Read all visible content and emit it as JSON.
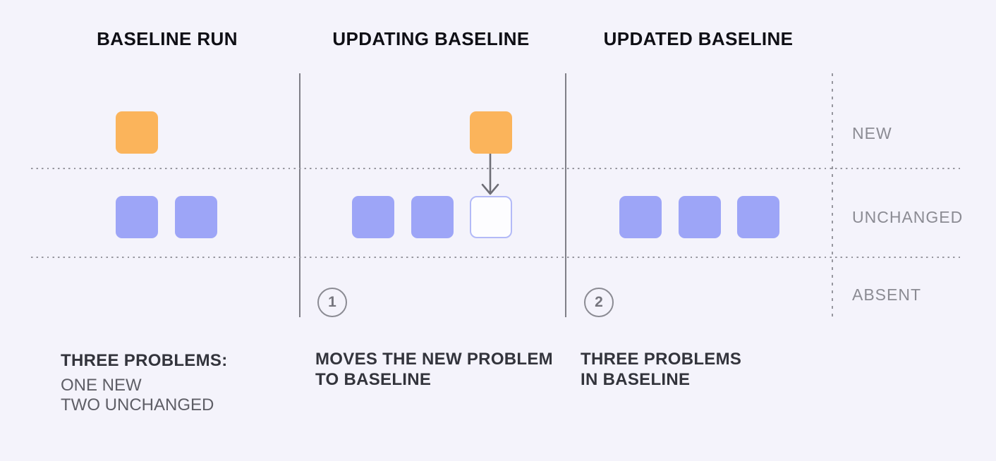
{
  "colors": {
    "background": "#F4F3FB",
    "orange": "#FBB45B",
    "purple": "#9DA5F7",
    "ghost_border": "#B3BAF7",
    "ghost_fill": "#FDFDFF",
    "line_gray": "#7F7F87",
    "dotted_gray": "#97979F",
    "dark_text": "#0F0F15",
    "caption_dark": "#33343C",
    "caption_gray": "#5E5E66",
    "row_label_gray": "#8B8B93",
    "step_number_gray": "#75757D",
    "arrow_gray": "#6E6E76"
  },
  "columns": [
    {
      "id": "baseline-run",
      "title": "BASELINE RUN",
      "caption_title": "THREE PROBLEMS:",
      "caption_sub": "ONE NEW\nTWO UNCHANGED"
    },
    {
      "id": "updating-baseline",
      "title": "UPDATING BASELINE",
      "step_number": "1",
      "caption_title": "MOVES THE NEW PROBLEM\nTO BASELINE"
    },
    {
      "id": "updated-baseline",
      "title": "UPDATED BASELINE",
      "step_number": "2",
      "caption_title": "THREE PROBLEMS\nIN BASELINE"
    }
  ],
  "row_labels": [
    "NEW",
    "UNCHANGED",
    "ABSENT"
  ],
  "blocks": {
    "baseline_run": {
      "new": [
        {
          "type": "problem-new",
          "cell": 0
        }
      ],
      "unchanged": [
        {
          "type": "problem-unchanged",
          "cell": 0
        },
        {
          "type": "problem-unchanged",
          "cell": 1
        }
      ]
    },
    "updating_baseline": {
      "new": [
        {
          "type": "problem-new",
          "cell": 2
        }
      ],
      "unchanged": [
        {
          "type": "problem-unchanged",
          "cell": 0
        },
        {
          "type": "problem-unchanged",
          "cell": 1
        },
        {
          "type": "empty-slot",
          "cell": 2
        }
      ]
    },
    "updated_baseline": {
      "new": [],
      "unchanged": [
        {
          "type": "problem-unchanged",
          "cell": 0
        },
        {
          "type": "problem-unchanged",
          "cell": 1
        },
        {
          "type": "problem-unchanged",
          "cell": 2
        }
      ]
    }
  }
}
